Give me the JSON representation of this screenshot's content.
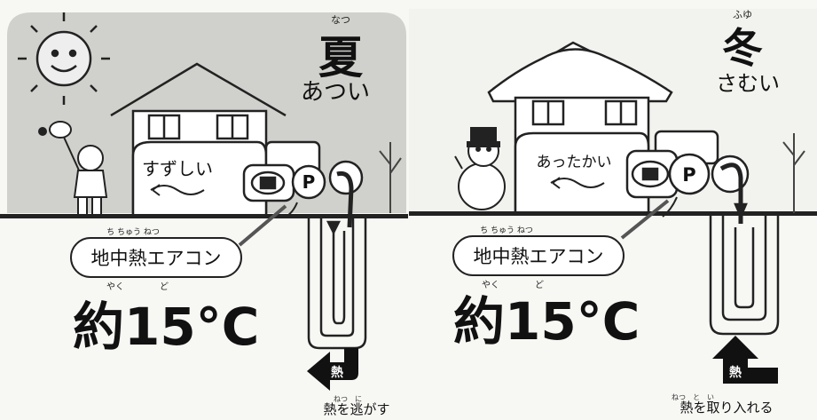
{
  "summer": {
    "season_ruby": "なつ",
    "season_kanji": "夏",
    "season_word": "あつい",
    "indoor_text": "すずしい",
    "label_ruby": "ち ちゅう ねつ",
    "label": "地中熱エアコン",
    "temp_ruby": "やく　　　　ど",
    "temp": "約15°C",
    "heat_char": "熱",
    "pump_letter": "P",
    "caption": "熱を逃がす",
    "caption_ruby": "ねつ　に"
  },
  "winter": {
    "season_ruby": "ふゆ",
    "season_kanji": "冬",
    "season_word": "さむい",
    "indoor_text": "あったかい",
    "label_ruby": "ち ちゅう ねつ",
    "label": "地中熱エアコン",
    "temp_ruby": "やく　　　　ど",
    "temp": "約15°C",
    "heat_char": "熱",
    "pump_letter": "P",
    "caption": "熱を取り入れる",
    "caption_ruby": "ねつ　と　い"
  }
}
